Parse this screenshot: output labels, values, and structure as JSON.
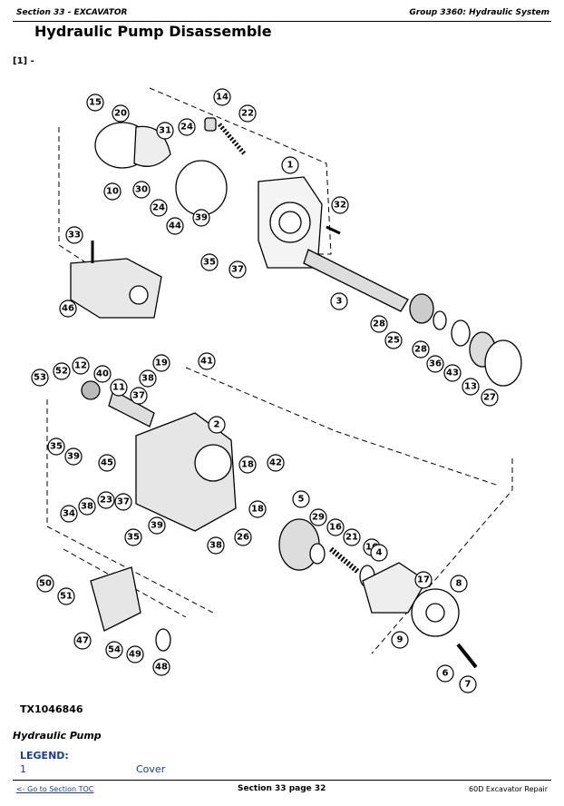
{
  "header": {
    "section": "Section 33 - EXCAVATOR",
    "group": "Group 3360: Hydraulic System"
  },
  "page_title": "Hydraulic Pump Disassemble",
  "reference": "[1] -",
  "figure": {
    "id": "TX1046846",
    "caption": "Hydraulic Pump",
    "callouts": [
      "15",
      "20",
      "14",
      "22",
      "31",
      "24",
      "1",
      "10",
      "30",
      "44",
      "39",
      "32",
      "24",
      "33",
      "35",
      "37",
      "3",
      "46",
      "28",
      "25",
      "28",
      "36",
      "43",
      "13",
      "27",
      "53",
      "52",
      "12",
      "40",
      "11",
      "38",
      "19",
      "41",
      "37",
      "2",
      "35",
      "39",
      "45",
      "18",
      "42",
      "34",
      "38",
      "23",
      "37",
      "39",
      "35",
      "18",
      "5",
      "29",
      "16",
      "21",
      "16",
      "38",
      "26",
      "4",
      "17",
      "8",
      "50",
      "51",
      "47",
      "54",
      "49",
      "48",
      "9",
      "6",
      "7"
    ]
  },
  "legend": {
    "heading": "LEGEND:",
    "items": [
      {
        "num": "1",
        "text": "Cover"
      }
    ]
  },
  "footer": {
    "toc_link": "<- Go to Section TOC",
    "page": "Section 33 page 32",
    "manual": "60D Excavator Repair"
  }
}
